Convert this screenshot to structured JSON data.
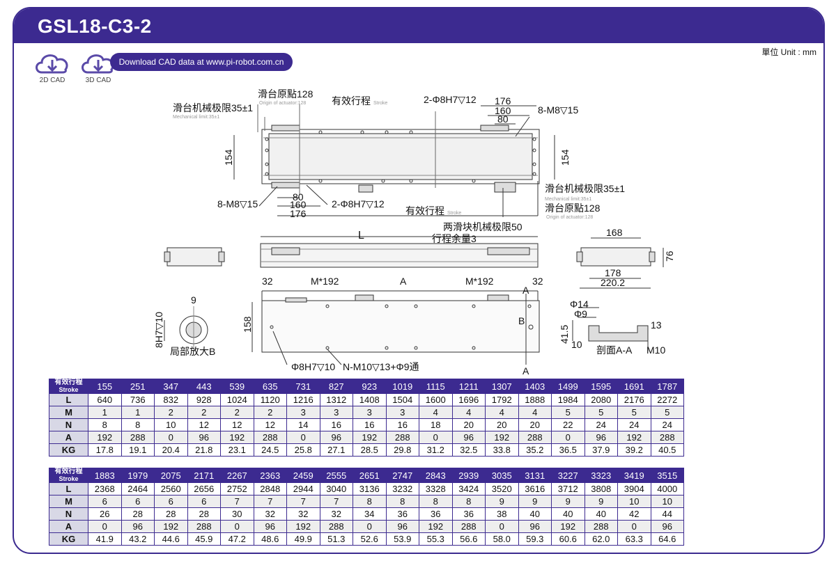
{
  "header": {
    "title": "GSL18-C3-2",
    "unit": "單位 Unit : mm"
  },
  "cad": {
    "label_2d": "2D CAD",
    "label_3d": "3D CAD",
    "download": "Download CAD data at www.pi-robot.com.cn"
  },
  "drawing": {
    "top": {
      "origin_label": "滑台原點128",
      "origin_sub": "Origin of actuator:128",
      "stroke_label": "有效行程",
      "stroke_sub": "Stroke",
      "mech_label": "滑台机械极限35±1",
      "mech_sub": "Mechanical limit:35±1",
      "hole_label": "2-Φ8H7▽12",
      "dim_176": "176",
      "dim_160": "160",
      "dim_80": "80",
      "thread_label": "8-M8▽15",
      "dim_154": "154",
      "bot_thread": "8-M8▽15",
      "bot_80": "80",
      "bot_160": "160",
      "bot_176": "176",
      "bot_hole": "2-Φ8H7▽12",
      "bot_stroke": "有效行程",
      "bot_stroke_sub": "Stroke",
      "right_mech": "滑台机械极限35±1",
      "right_mech_sub": "Mechanical limit:35±1",
      "right_origin": "滑台原點128",
      "right_origin_sub": "Origin of actuator:128"
    },
    "middle": {
      "L": "L",
      "two_slider": "两滑块机械极限50",
      "margin": "行程余量3",
      "dim_168": "168",
      "dim_76": "76",
      "dim_178": "178",
      "dim_220": "220.2"
    },
    "lower": {
      "dim_32a": "32",
      "m192a": "M*192",
      "A": "A",
      "m192b": "M*192",
      "dim_32b": "32",
      "sec_A_top": "A",
      "sec_A_bot": "A",
      "dim_158": "158",
      "B": "B",
      "hole_bot": "Φ8H7▽10",
      "n_label": "N-M10▽13+Φ9通",
      "detail_9": "9",
      "detail_8h7": "8H7▽10",
      "detail_label": "局部放大B",
      "phi14": "Φ14",
      "phi9": "Φ9",
      "d41": "41.5",
      "d10": "10",
      "d13": "13",
      "section": "剖面A-A",
      "m10": "M10"
    }
  },
  "table1": {
    "head_cn": "有效行程",
    "head_en": "Stroke",
    "strokes": [
      "155",
      "251",
      "347",
      "443",
      "539",
      "635",
      "731",
      "827",
      "923",
      "1019",
      "1115",
      "1211",
      "1307",
      "1403",
      "1499",
      "1595",
      "1691",
      "1787"
    ],
    "rows": [
      {
        "k": "L",
        "v": [
          "640",
          "736",
          "832",
          "928",
          "1024",
          "1120",
          "1216",
          "1312",
          "1408",
          "1504",
          "1600",
          "1696",
          "1792",
          "1888",
          "1984",
          "2080",
          "2176",
          "2272"
        ]
      },
      {
        "k": "M",
        "v": [
          "1",
          "1",
          "2",
          "2",
          "2",
          "2",
          "3",
          "3",
          "3",
          "3",
          "4",
          "4",
          "4",
          "4",
          "5",
          "5",
          "5",
          "5"
        ]
      },
      {
        "k": "N",
        "v": [
          "8",
          "8",
          "10",
          "12",
          "12",
          "12",
          "14",
          "16",
          "16",
          "16",
          "18",
          "20",
          "20",
          "20",
          "22",
          "24",
          "24",
          "24"
        ]
      },
      {
        "k": "A",
        "v": [
          "192",
          "288",
          "0",
          "96",
          "192",
          "288",
          "0",
          "96",
          "192",
          "288",
          "0",
          "96",
          "192",
          "288",
          "0",
          "96",
          "192",
          "288"
        ]
      },
      {
        "k": "KG",
        "v": [
          "17.8",
          "19.1",
          "20.4",
          "21.8",
          "23.1",
          "24.5",
          "25.8",
          "27.1",
          "28.5",
          "29.8",
          "31.2",
          "32.5",
          "33.8",
          "35.2",
          "36.5",
          "37.9",
          "39.2",
          "40.5"
        ]
      }
    ]
  },
  "table2": {
    "head_cn": "有效行程",
    "head_en": "Stroke",
    "strokes": [
      "1883",
      "1979",
      "2075",
      "2171",
      "2267",
      "2363",
      "2459",
      "2555",
      "2651",
      "2747",
      "2843",
      "2939",
      "3035",
      "3131",
      "3227",
      "3323",
      "3419",
      "3515"
    ],
    "rows": [
      {
        "k": "L",
        "v": [
          "2368",
          "2464",
          "2560",
          "2656",
          "2752",
          "2848",
          "2944",
          "3040",
          "3136",
          "3232",
          "3328",
          "3424",
          "3520",
          "3616",
          "3712",
          "3808",
          "3904",
          "4000"
        ]
      },
      {
        "k": "M",
        "v": [
          "6",
          "6",
          "6",
          "6",
          "7",
          "7",
          "7",
          "7",
          "8",
          "8",
          "8",
          "8",
          "9",
          "9",
          "9",
          "9",
          "10",
          "10"
        ]
      },
      {
        "k": "N",
        "v": [
          "26",
          "28",
          "28",
          "28",
          "30",
          "32",
          "32",
          "32",
          "34",
          "36",
          "36",
          "36",
          "38",
          "40",
          "40",
          "40",
          "42",
          "44"
        ]
      },
      {
        "k": "A",
        "v": [
          "0",
          "96",
          "192",
          "288",
          "0",
          "96",
          "192",
          "288",
          "0",
          "96",
          "192",
          "288",
          "0",
          "96",
          "192",
          "288",
          "0",
          "96"
        ]
      },
      {
        "k": "KG",
        "v": [
          "41.9",
          "43.2",
          "44.6",
          "45.9",
          "47.2",
          "48.6",
          "49.9",
          "51.3",
          "52.6",
          "53.9",
          "55.3",
          "56.6",
          "58.0",
          "59.3",
          "60.6",
          "62.0",
          "63.3",
          "64.6"
        ]
      }
    ]
  },
  "colors": {
    "brand": "#3c2a90",
    "key_bg": "#d8d8e6"
  }
}
